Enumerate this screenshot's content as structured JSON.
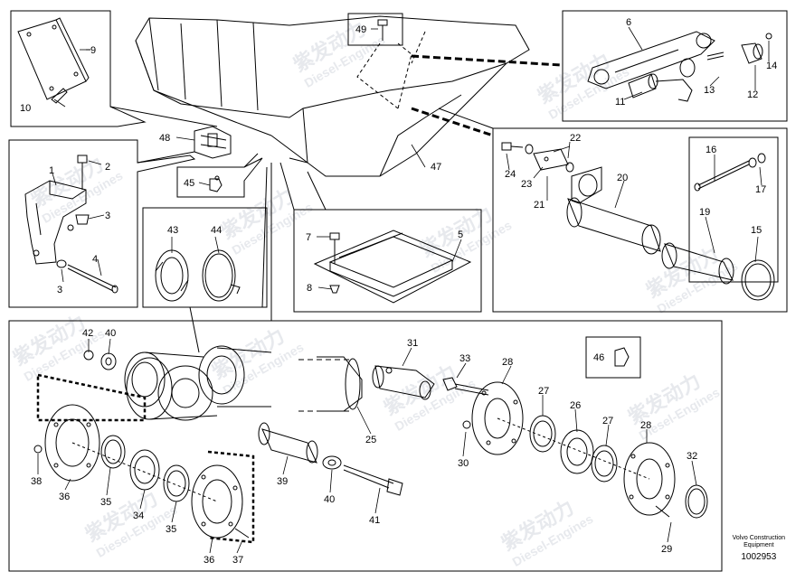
{
  "labels": {
    "c1": "1",
    "c2": "2",
    "c3a": "3",
    "c3b": "3",
    "c4": "4",
    "c5": "5",
    "c6": "6",
    "c7": "7",
    "c8": "8",
    "c9": "9",
    "c10": "10",
    "c11": "11",
    "c12": "12",
    "c13": "13",
    "c14": "14",
    "c15": "15",
    "c16": "16",
    "c17": "17",
    "c19": "19",
    "c20": "20",
    "c21": "21",
    "c22": "22",
    "c23": "23",
    "c24": "24",
    "c25": "25",
    "c26": "26",
    "c27a": "27",
    "c27b": "27",
    "c28a": "28",
    "c28b": "28",
    "c29": "29",
    "c30": "30",
    "c31": "31",
    "c32": "32",
    "c33": "33",
    "c34": "34",
    "c35a": "35",
    "c35b": "35",
    "c36a": "36",
    "c36b": "36",
    "c37": "37",
    "c38": "38",
    "c39": "39",
    "c40a": "40",
    "c40b": "40",
    "c41": "41",
    "c42": "42",
    "c43": "43",
    "c44": "44",
    "c45": "45",
    "c46": "46",
    "c47": "47",
    "c48": "48",
    "c49": "49"
  },
  "credit": {
    "line1": "Volvo Construction",
    "line2": "Equipment",
    "number": "1002953"
  },
  "watermark": {
    "text_cn": "紫发动力",
    "text_en": "Diesel-Engines"
  },
  "colors": {
    "line": "#000000",
    "watermark": "#c8cdd6"
  }
}
